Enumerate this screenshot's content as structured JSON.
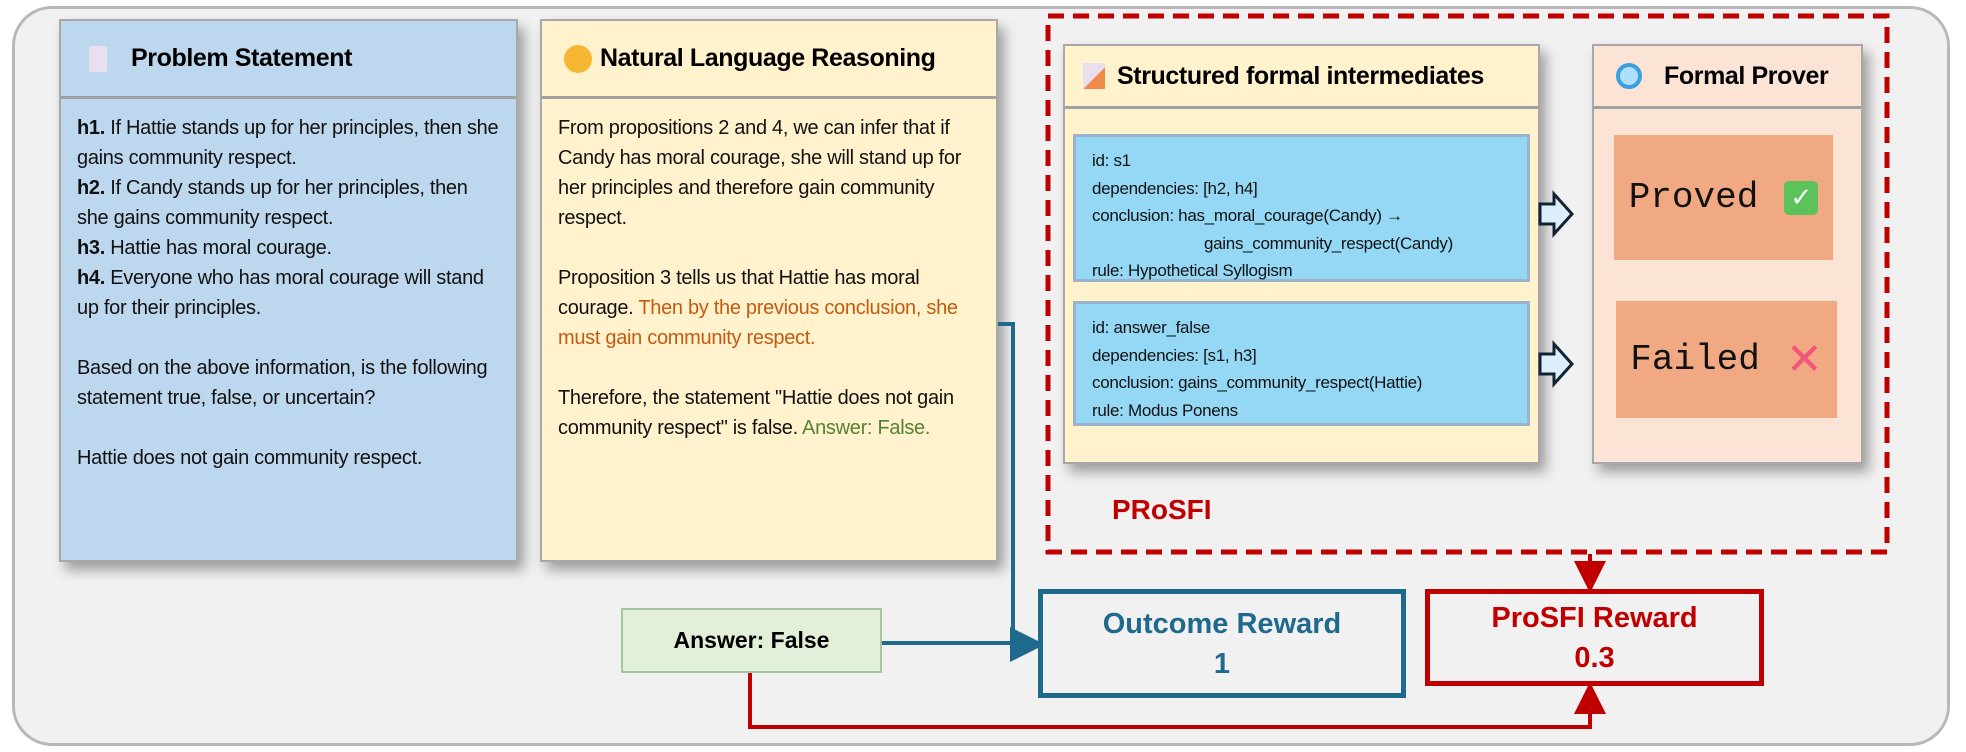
{
  "problem": {
    "title": "Problem Statement",
    "icon": "document-icon",
    "hypotheses": [
      {
        "label": "h1.",
        "text": " If Hattie stands up for her principles, then she gains community respect."
      },
      {
        "label": "h2.",
        "text": " If Candy stands up for her principles, then she gains community respect."
      },
      {
        "label": "h3.",
        "text": " Hattie has moral courage."
      },
      {
        "label": "h4.",
        "text": " Everyone who has moral courage will stand up for their principles."
      }
    ],
    "question": "Based on the above information, is the following statement true, false, or uncertain?",
    "statement": "Hattie does not gain community respect."
  },
  "reasoning": {
    "title": "Natural Language Reasoning",
    "icon": "thinking-face-icon",
    "p1": "From propositions 2 and 4, we can infer that if Candy has moral courage, she will stand up for her principles and therefore gain community respect.",
    "p2_plain": "Proposition 3 tells us that Hattie has moral courage. ",
    "p2_highlight": "Then by the previous conclusion, she must gain community respect.",
    "p3": "Therefore, the statement \"Hattie does not gain community respect\" is false. ",
    "answer": "Answer: False."
  },
  "sfi": {
    "title": "Structured formal intermediates",
    "icon": "memo-pencil-icon",
    "steps": [
      {
        "id": "id: s1",
        "deps": "dependencies: [h2, h4]",
        "conclusion": "conclusion: has_moral_courage(Candy) →",
        "conclusion2": "gains_community_respect(Candy)",
        "rule": "rule: Hypothetical Syllogism"
      },
      {
        "id": "id: answer_false",
        "deps": "dependencies: [s1, h3]",
        "conclusion": "conclusion: gains_community_respect(Hattie)",
        "rule": "rule: Modus Ponens"
      }
    ]
  },
  "prover": {
    "title": "Formal Prover",
    "icon": "magnifier-icon",
    "results": [
      {
        "label": "Proved",
        "icon": "check-icon"
      },
      {
        "label": "Failed",
        "icon": "cross-icon"
      }
    ]
  },
  "prosfi_label": "PRoSFI",
  "answer_box": "Answer: False",
  "outcome_reward": {
    "title": "Outcome Reward",
    "value": "1"
  },
  "prosfi_reward": {
    "title": "ProSFI Reward",
    "value": "0.3"
  },
  "colors": {
    "red": "#c00000",
    "blue": "#1f6a8c",
    "problem_bg": "#bdd7ee",
    "reasoning_bg": "#fff2cc",
    "prover_bg": "#fbe3d6"
  }
}
